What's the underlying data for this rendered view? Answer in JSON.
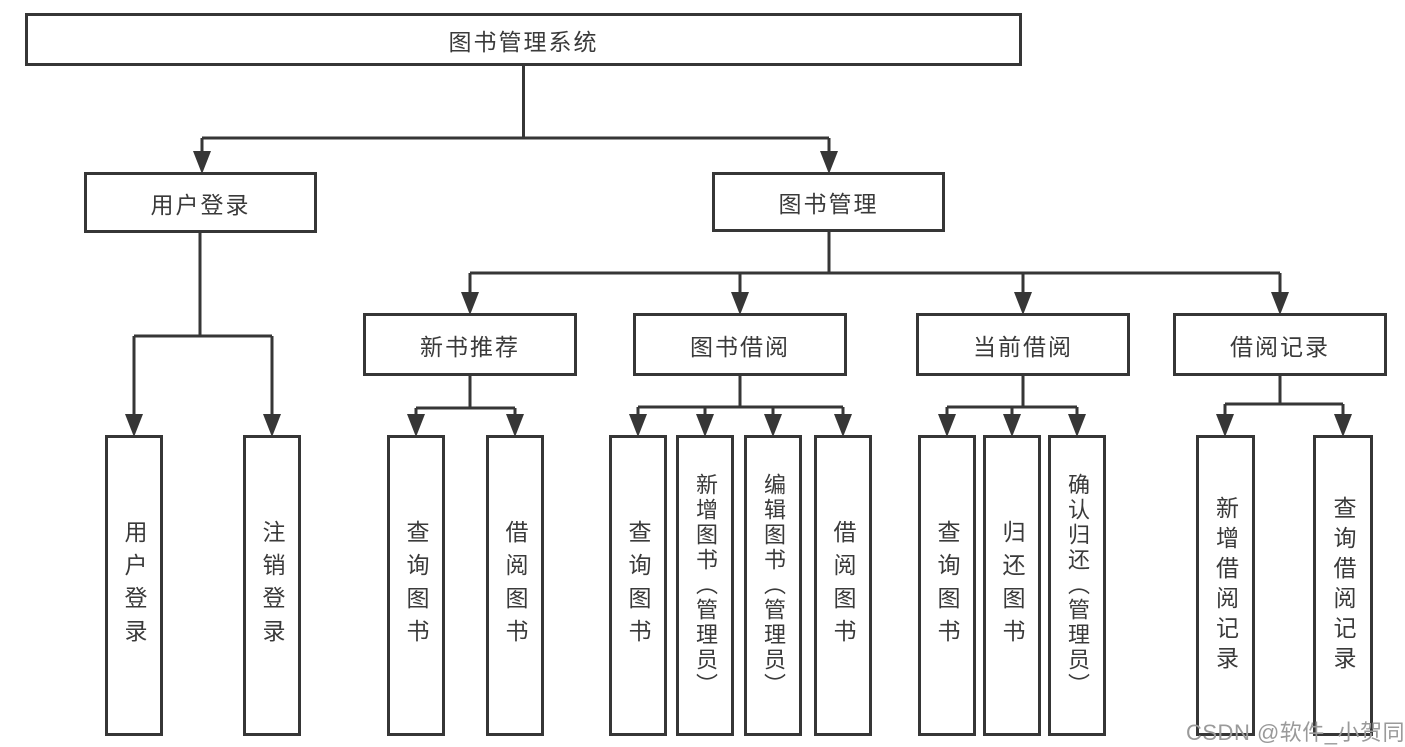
{
  "title": "图书管理系统",
  "watermark": "CSDN @软件_小贺同学",
  "colors": {
    "line": "#363636",
    "text": "#3a3a3a",
    "background": "#ffffff",
    "watermark": "#9a9a9a"
  },
  "nodes": {
    "root": "图书管理系统",
    "user_login": "用户登录",
    "book_mgmt": "图书管理",
    "new_rec": "新书推荐",
    "book_borrow": "图书借阅",
    "current_borrow": "当前借阅",
    "borrow_records": "借阅记录",
    "leaf_user_login": "用户登录",
    "leaf_logout": "注销登录",
    "leaf_rec_query": "查询图书",
    "leaf_rec_borrow": "借阅图书",
    "leaf_bb_query": "查询图书",
    "leaf_bb_add": "新增图书（管理员）",
    "leaf_bb_edit": "编辑图书（管理员）",
    "leaf_bb_borrow": "借阅图书",
    "leaf_cb_query": "查询图书",
    "leaf_cb_return": "归还图书",
    "leaf_cb_confirm": "确认归还（管理员）",
    "leaf_br_add": "新增借阅记录",
    "leaf_br_query": "查询借阅记录"
  },
  "hierarchy": {
    "图书管理系统": {
      "用户登录": [
        "用户登录",
        "注销登录"
      ],
      "图书管理": {
        "新书推荐": [
          "查询图书",
          "借阅图书"
        ],
        "图书借阅": [
          "查询图书",
          "新增图书（管理员）",
          "编辑图书（管理员）",
          "借阅图书"
        ],
        "当前借阅": [
          "查询图书",
          "归还图书",
          "确认归还（管理员）"
        ],
        "借阅记录": [
          "新增借阅记录",
          "查询借阅记录"
        ]
      }
    }
  }
}
